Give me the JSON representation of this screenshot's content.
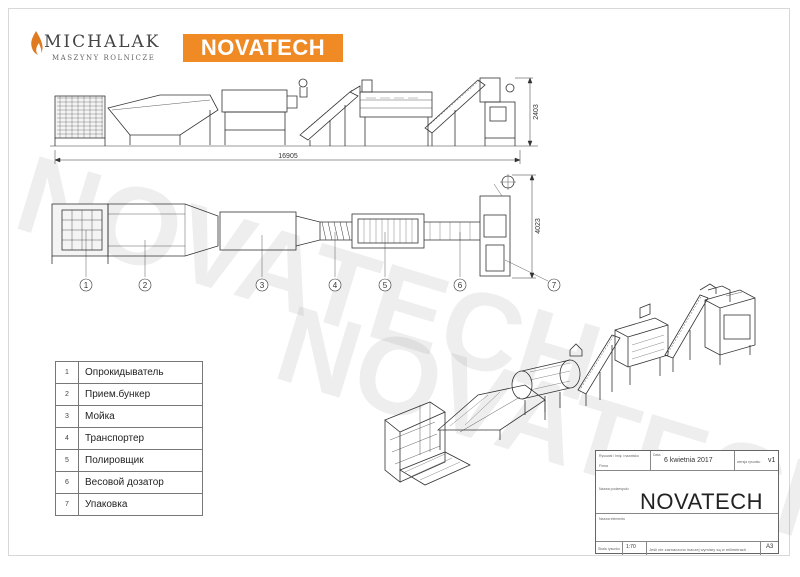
{
  "logos": {
    "michalak_name": "MICHALAK",
    "michalak_sub": "MASZYNY ROLNICZE",
    "novatech": "NOVATECH"
  },
  "watermark": {
    "text": "NOVATECH"
  },
  "dimensions": {
    "overall_length": "16905",
    "side_height": "2403",
    "top_width": "4023"
  },
  "callouts": [
    "1",
    "2",
    "3",
    "4",
    "5",
    "6",
    "7"
  ],
  "legend": [
    {
      "num": "1",
      "label": "Опрокидыватель"
    },
    {
      "num": "2",
      "label": "Прием.бункер"
    },
    {
      "num": "3",
      "label": "Мойка"
    },
    {
      "num": "4",
      "label": "Транспортер"
    },
    {
      "num": "5",
      "label": "Полировщик"
    },
    {
      "num": "6",
      "label": "Весовой дозатор"
    },
    {
      "num": "7",
      "label": "Упаковка"
    }
  ],
  "title_block": {
    "author_label": "Rysował / Imię i nazwisko",
    "company_label": "Firma",
    "date_label": "Data",
    "date": "6 kwietnia 2017",
    "version_label": "wersja rysunku",
    "version": "v1",
    "name_label": "Nazwa podzespołu",
    "title": "NOVATECH",
    "part_label": "Nazwa elementu",
    "scale_label": "Skala rysunku",
    "scale": "1:70",
    "note": "Jeśli nie zaznaczono inaczej wymiary są w milimetrach",
    "format": "A3"
  },
  "colors": {
    "brand_orange": "#f08a24",
    "line": "#333333",
    "watermark": "#c8c8c8"
  }
}
